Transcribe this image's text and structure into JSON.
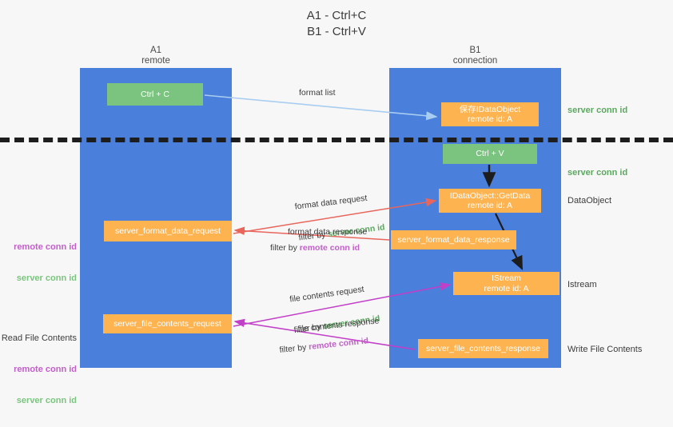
{
  "title": "A1 - Ctrl+C\nB1 - Ctrl+V",
  "columns": {
    "a1": {
      "name": "A1",
      "subtitle": "remote",
      "header": "A1\nremote"
    },
    "b1": {
      "name": "B1",
      "subtitle": "connection",
      "header": "B1\nconnection"
    }
  },
  "boxes": {
    "ctrl_c": {
      "label": "Ctrl + C",
      "color": "#7bc47f",
      "lane": "A1"
    },
    "idataobject_save": {
      "line1": "保存IDataObject",
      "line2": "remote id: A",
      "color": "#fcb350",
      "lane": "B1"
    },
    "ctrl_v": {
      "label": "Ctrl + V",
      "color": "#7bc47f",
      "lane": "B1"
    },
    "getdata": {
      "line1": "IDataObject::GetData",
      "line2": "remote id: A",
      "color": "#fcb350",
      "lane": "B1"
    },
    "server_format_data_request": {
      "label": "server_format_data_request",
      "color": "#fcb350",
      "lane": "A1"
    },
    "server_format_data_response": {
      "label": "server_format_data_response",
      "color": "#fcb350",
      "lane": "B1"
    },
    "istream": {
      "line1": "IStream",
      "line2": "remote id: A",
      "color": "#fcb350",
      "lane": "B1"
    },
    "server_file_contents_request": {
      "label": "server_file_contents_request",
      "color": "#fcb350",
      "lane": "A1"
    },
    "server_file_contents_response": {
      "label": "server_file_contents_response",
      "color": "#fcb350",
      "lane": "B1"
    }
  },
  "annotations_right": {
    "server_conn_id_top": "server conn id",
    "server_conn_id_mid": "server conn id",
    "dataobject": "DataObject",
    "istream": "Istream",
    "write_file_contents": "Write File Contents"
  },
  "annotations_left": {
    "remote_conn_id_1": "remote conn id",
    "server_conn_id_1": "server conn id",
    "read_file_contents": "Read File Contents",
    "remote_conn_id_2": "remote conn id",
    "server_conn_id_2": "server conn id"
  },
  "arrow_labels": {
    "format_list": "format list",
    "format_data_request": "format data request",
    "format_data_request_filter_prefix": "filter by ",
    "format_data_request_filter_key": "server conn id",
    "format_data_response": "format data response",
    "format_data_response_filter_prefix": "filter by ",
    "format_data_response_filter_key": "remote conn id",
    "file_contents_request": "file contents request",
    "file_contents_request_filter_prefix": "filter by ",
    "file_contents_request_filter_key": "server conn id",
    "file_contents_response": "file contents response",
    "file_contents_response_filter_prefix": "filter by ",
    "file_contents_response_filter_key": "remote conn id"
  },
  "colors": {
    "lane_blue": "#4a7fdb",
    "box_green": "#7bc47f",
    "box_orange": "#fcb350",
    "arrow_lightblue": "#a8cdf0",
    "arrow_red": "#e8665c",
    "arrow_magenta": "#c23fc8",
    "arrow_black": "#1d1d1d",
    "text_green": "#5aa95e",
    "text_purple": "#c060c8",
    "background": "#f7f7f7",
    "dashed_line": "#1d1d1d"
  }
}
